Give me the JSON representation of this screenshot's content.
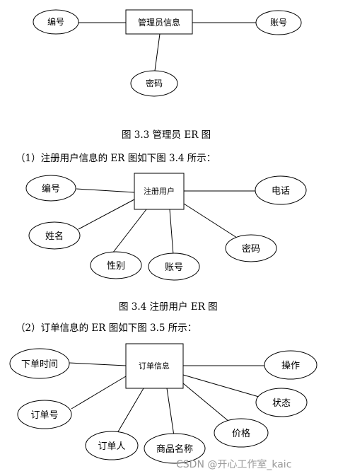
{
  "diagram1": {
    "entity": "管理员信息",
    "attributes": [
      "编号",
      "账号",
      "密码"
    ]
  },
  "caption1": "图 3.3 管理员 ER 图",
  "para1": "（1）注册用户信息的 ER 图如下图 3.4 所示：",
  "diagram2": {
    "entity": "注册用户",
    "attributes": [
      "编号",
      "电话",
      "姓名",
      "性别",
      "账号",
      "密码"
    ]
  },
  "caption2": "图 3.4 注册用户 ER 图",
  "para2": "（2）订单信息的 ER 图如下图 3.5 所示：",
  "diagram3": {
    "entity": "订单信息",
    "attributes": [
      "下单时间",
      "操作",
      "订单号",
      "状态",
      "订单人",
      "商品名称",
      "价格"
    ]
  },
  "watermark": "CSDN @开心工作室_kaic"
}
